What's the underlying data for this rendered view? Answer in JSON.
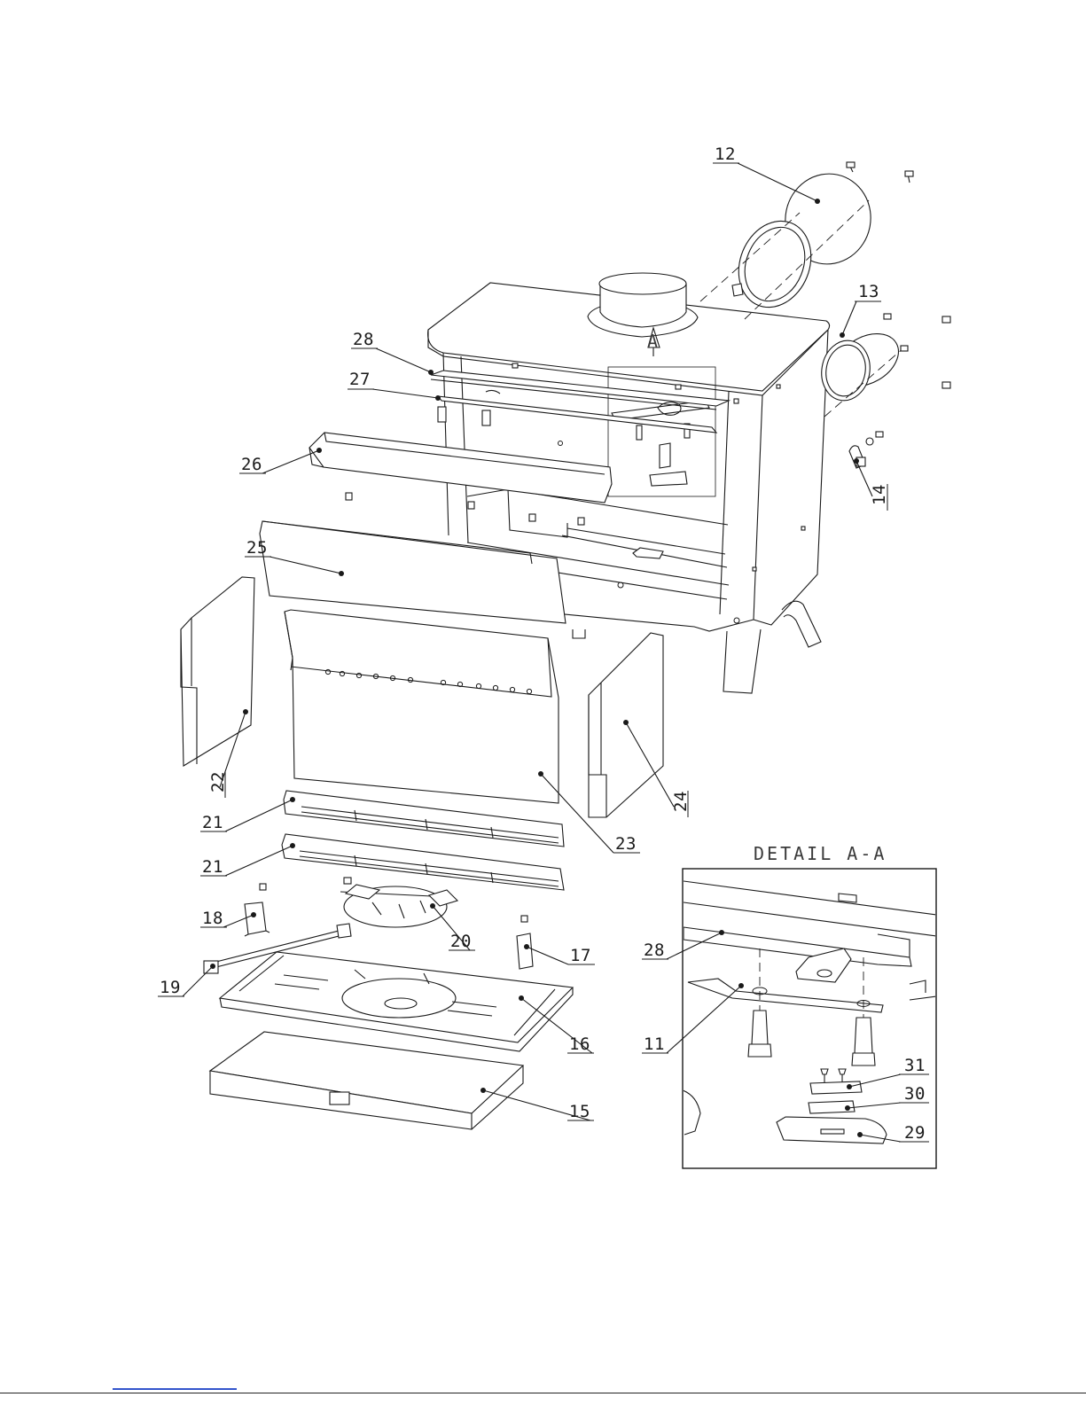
{
  "detail": {
    "title": "DETAIL A-A",
    "section_mark": "A"
  },
  "labels": {
    "p12": "12",
    "p13": "13",
    "p14": "14",
    "p15": "15",
    "p16": "16",
    "p17": "17",
    "p18": "18",
    "p19": "19",
    "p20": "20",
    "p21a": "21",
    "p21b": "21",
    "p22": "22",
    "p23": "23",
    "p24": "24",
    "p25": "25",
    "p26": "26",
    "p27": "27",
    "p28": "28",
    "d28": "28",
    "d11": "11",
    "d31": "31",
    "d30": "30",
    "d29": "29"
  },
  "colors": {
    "line": "#1a1a1a",
    "paper": "#ffffff",
    "link": "#3355cc"
  }
}
